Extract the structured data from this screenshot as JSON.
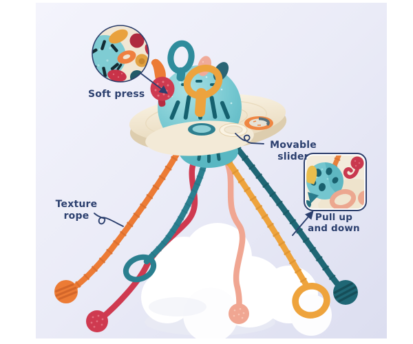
{
  "callouts": {
    "soft_press": {
      "label": "Soft press"
    },
    "movable_slider": {
      "lines": [
        "Movable",
        "slider"
      ]
    },
    "texture_rope": {
      "lines": [
        "Texture",
        "rope"
      ]
    },
    "pull_up_down": {
      "lines": [
        "Pull up",
        "and down"
      ]
    }
  },
  "colors": {
    "label_text": "#2b3f6e",
    "arrow": "#2b3f6e",
    "background_top": "#f4f4fc",
    "background_bottom": "#dcdef0",
    "page_margin": "#ffffff",
    "saucer_cream": "#f2e8d4",
    "dome_teal": "#79cad1",
    "rope_orange": "#ec7b35",
    "rope_red": "#cf3a50",
    "rope_teal": "#2a7f8f",
    "rope_salmon": "#f0a692",
    "rope_yellow": "#eea33c",
    "rope_dark_teal": "#1f6775",
    "slider_ring_orange": "#eda33e",
    "cloud": "#ffffff"
  }
}
